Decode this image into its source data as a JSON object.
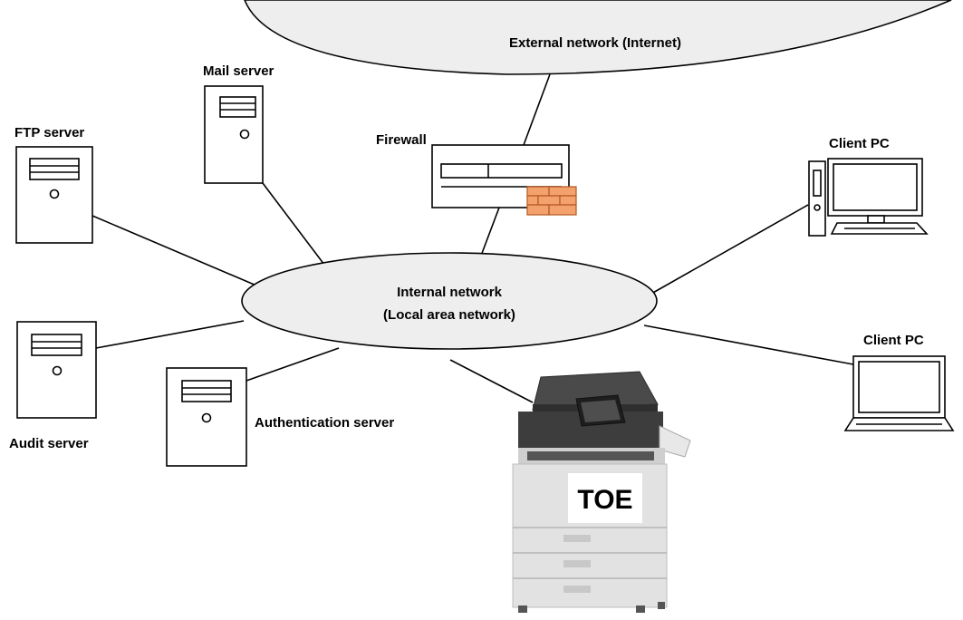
{
  "networks": {
    "external": "External network (Internet)",
    "internal_line1": "Internal network",
    "internal_line2": "(Local area network)"
  },
  "nodes": {
    "mail_server": "Mail server",
    "ftp_server": "FTP server",
    "firewall": "Firewall",
    "client_pc_desktop": "Client PC",
    "client_pc_laptop": "Client PC",
    "audit_server": "Audit server",
    "authentication_server": "Authentication server",
    "toe": "TOE"
  },
  "colors": {
    "network_fill": "#eeeeee",
    "brick_fill": "#f3a26d",
    "brick_stroke": "#b5561f",
    "mfp_body": "#e6e6e6",
    "mfp_dark": "#3a3a3a"
  }
}
